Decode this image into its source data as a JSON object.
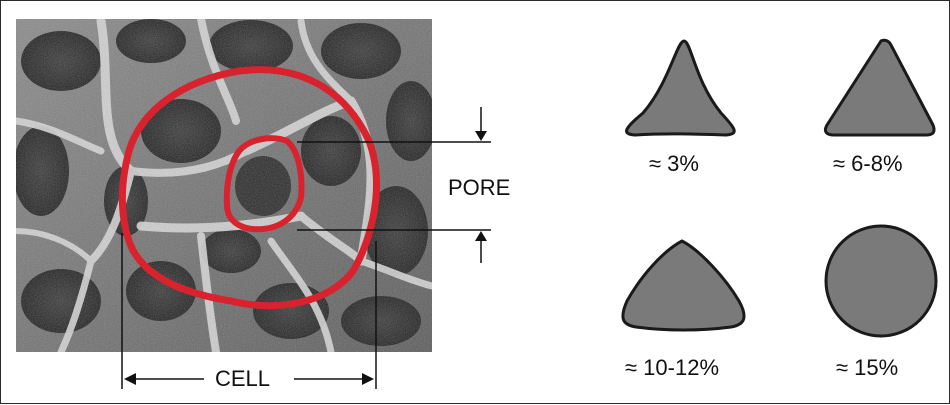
{
  "labels": {
    "pore": "PORE",
    "cell": "CELL"
  },
  "strut_shapes": [
    {
      "name": "concave triangle",
      "value": "≈ 3%"
    },
    {
      "name": "triangle",
      "value": "≈ 6-8%"
    },
    {
      "name": "convex triangle",
      "value": "≈ 10-12%"
    },
    {
      "name": "circle",
      "value": "≈ 15%"
    }
  ],
  "colors": {
    "outline_red": "#d8232f",
    "shape_fill": "#7a7a7a",
    "shape_stroke": "#1a1a1a",
    "micrograph_base": "#6a6a6a"
  },
  "image": {
    "type": "grayscale SEM micrograph of open-cell foam"
  }
}
